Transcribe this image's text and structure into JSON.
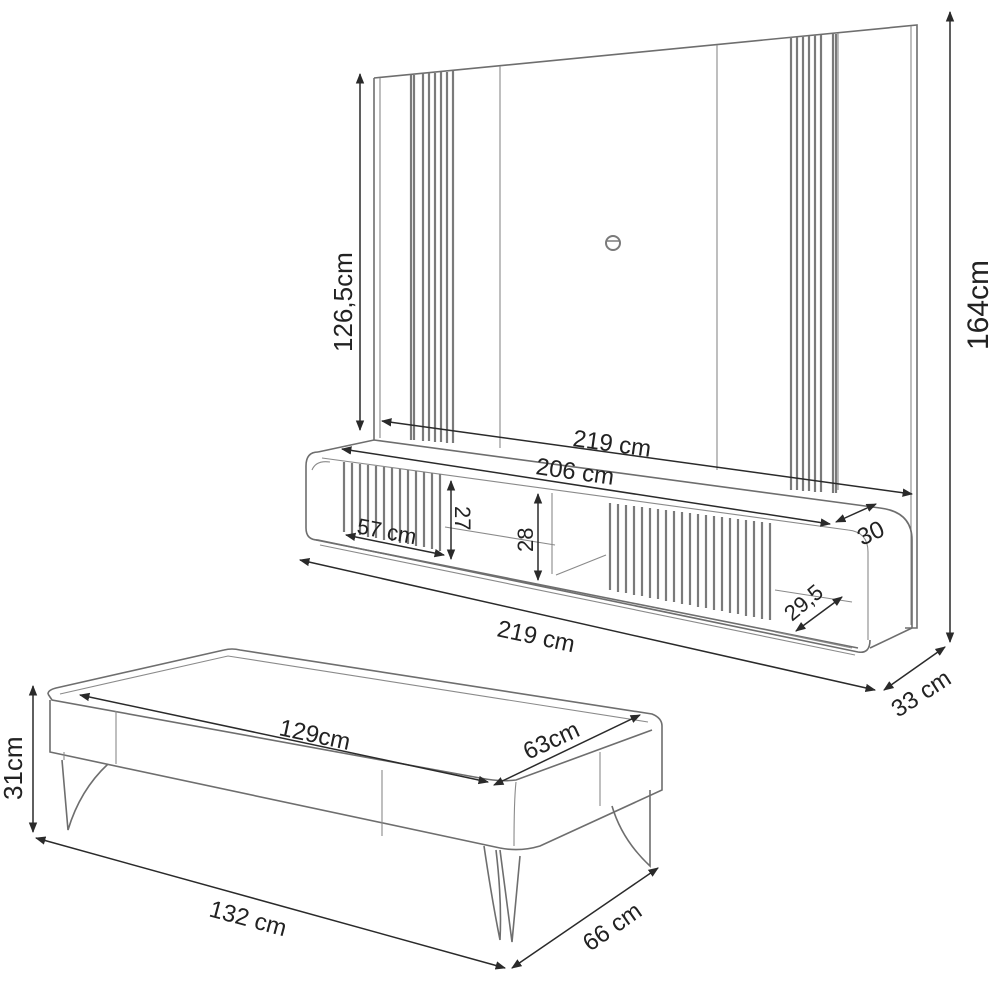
{
  "diagram": {
    "title": "TV panel with floating rack and coffee table - dimensions",
    "colors": {
      "line": "#6e6e6e",
      "dimension": "#2a2a2a",
      "text": "#222222",
      "background": "#ffffff"
    },
    "tv_panel": {
      "panel_height": "126,5cm",
      "total_height": "164cm",
      "panel_width": "219 cm",
      "wall_mount_icon": "round-mount-icon"
    },
    "rack": {
      "inner_width": "206 cm",
      "total_width": "219 cm",
      "depth_top": "30",
      "total_depth": "33 cm",
      "door_width": "57 cm",
      "door_height": "27",
      "niche_height": "28",
      "niche_depth": "29,5"
    },
    "coffee_table": {
      "top_length": "129cm",
      "top_width": "63cm",
      "height": "31cm",
      "total_length": "132 cm",
      "total_width": "66 cm"
    }
  }
}
